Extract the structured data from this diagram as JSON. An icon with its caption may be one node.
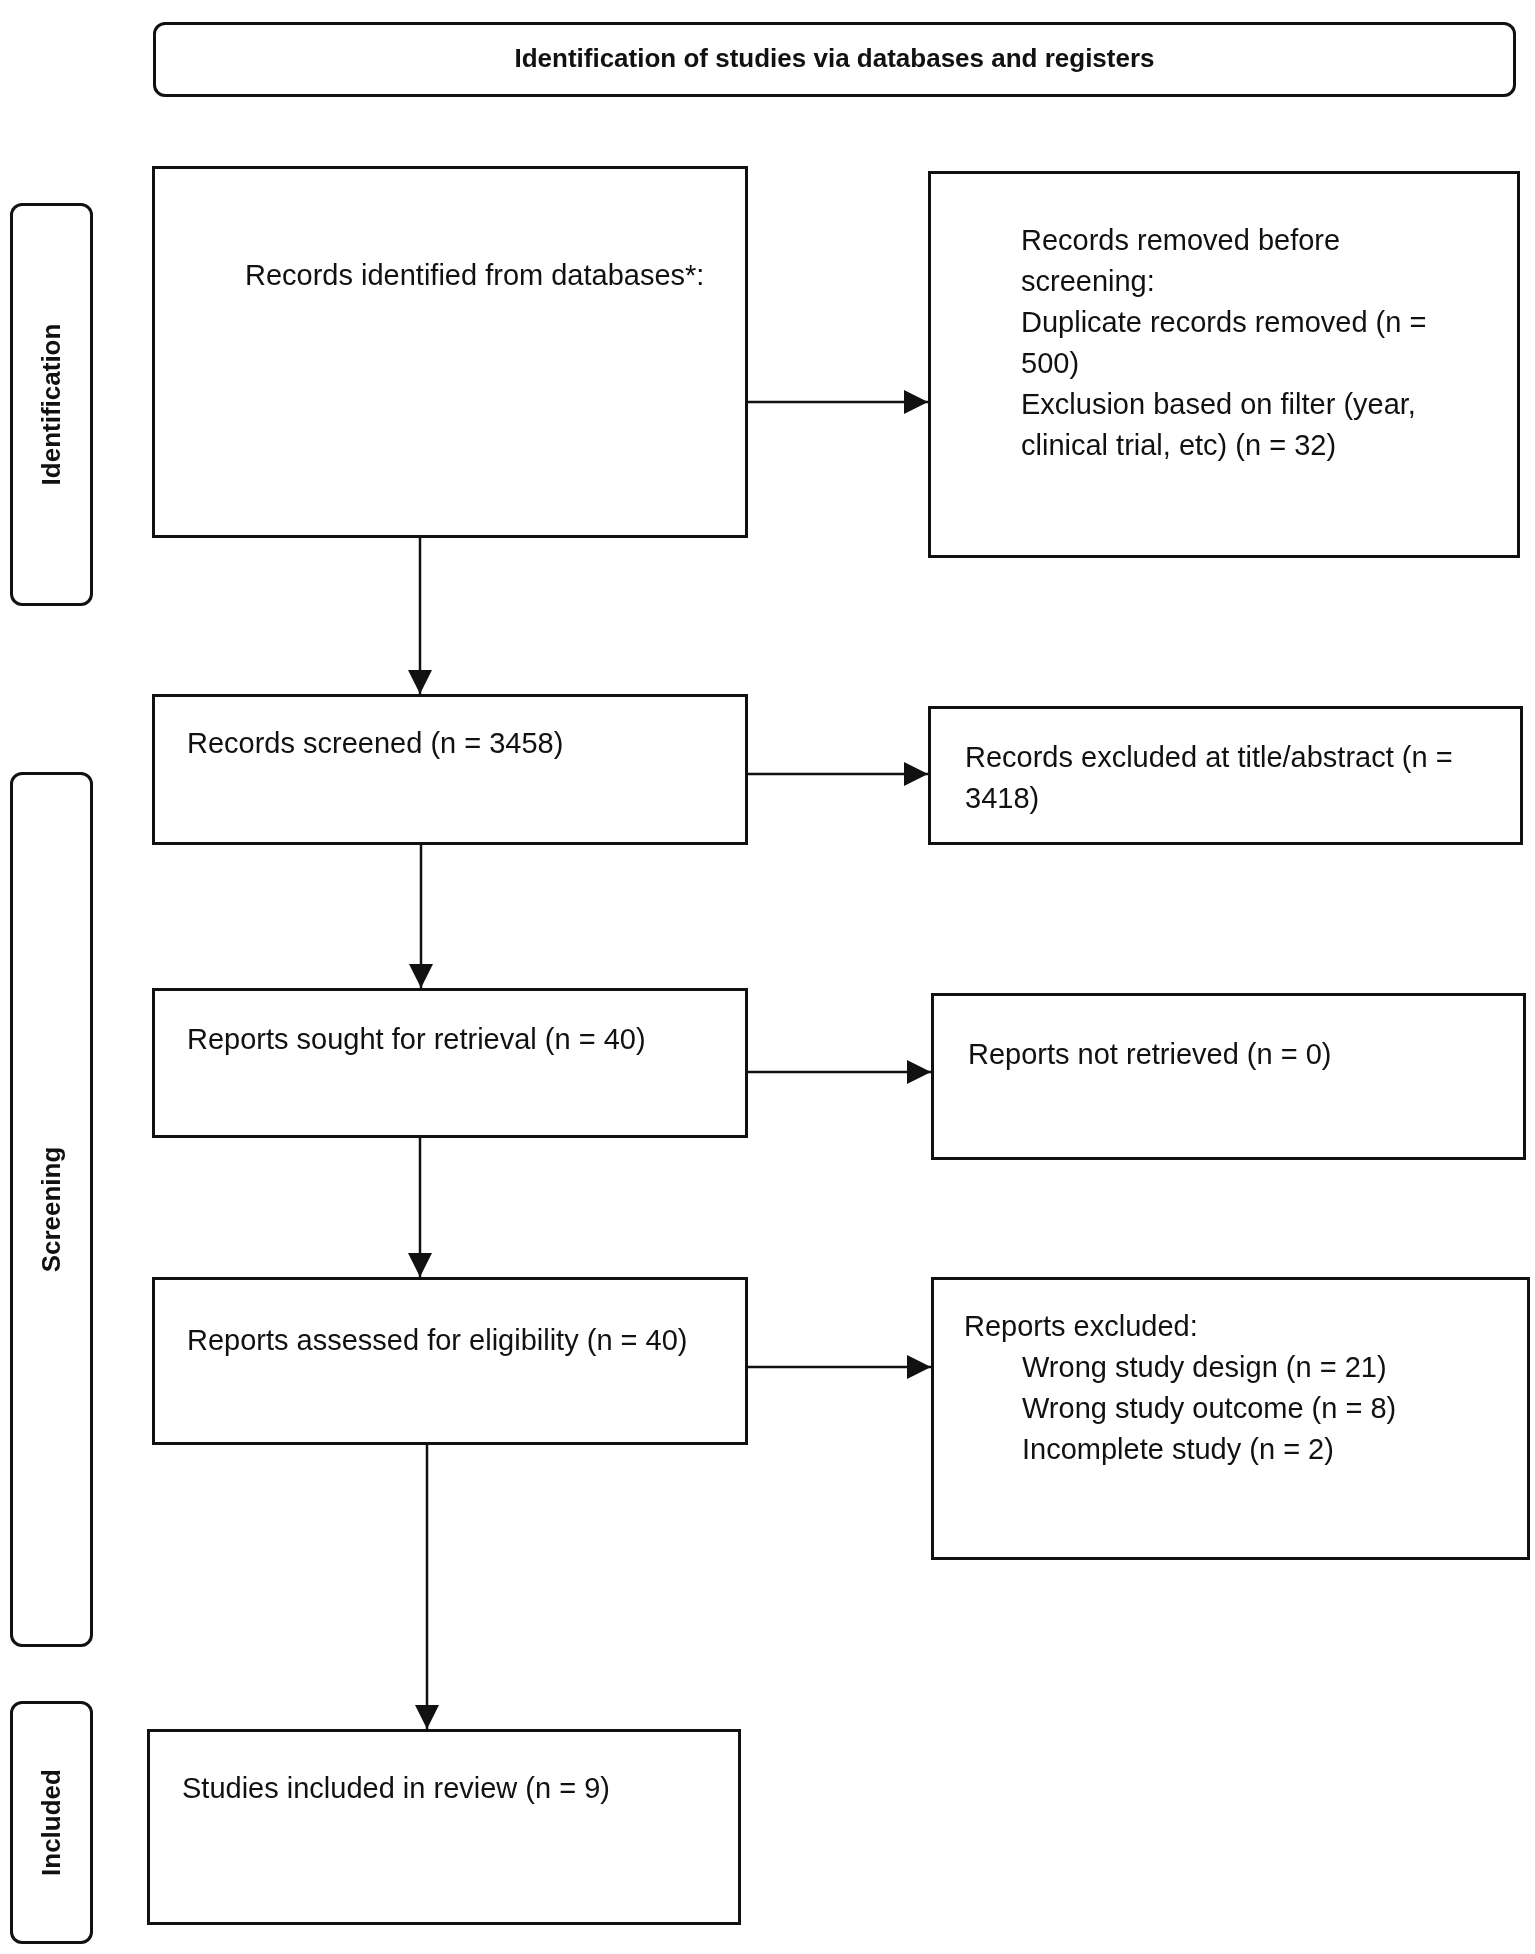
{
  "diagram": {
    "nodes": [
      {
        "text": [
          "Identification of studies via databases and registers"
        ]
      },
      {
        "text": [
          "Identification"
        ]
      },
      {
        "text": [
          "Records identified from databases*:"
        ]
      },
      {
        "text": [
          "Records removed before screening:",
          "Duplicate records removed (n = 500)",
          "Exclusion based on filter (year, clinical trial, etc) (n = 32)"
        ]
      },
      {
        "text": [
          "Screening"
        ]
      },
      {
        "text": [
          "Records screened (n = 3458)"
        ]
      },
      {
        "text": [
          "Records excluded at title/abstract (n = 3418)"
        ]
      },
      {
        "text": [
          "Reports sought for retrieval (n = 40)"
        ]
      },
      {
        "text": [
          "Reports not retrieved (n = 0)"
        ]
      },
      {
        "text": [
          "Reports assessed for eligibility (n = 40)"
        ]
      },
      {
        "text": [
          "Reports excluded:",
          "Wrong study design (n = 21)",
          "Wrong study outcome (n = 8)",
          "Incomplete study (n = 2)"
        ]
      },
      {
        "text": [
          "Included"
        ]
      },
      {
        "text": [
          "Studies included in review (n = 9)"
        ]
      }
    ],
    "edges": [
      {
        "from": 2,
        "to": 3,
        "arrow": "to"
      },
      {
        "from": 2,
        "to": 5,
        "arrow": "to"
      },
      {
        "from": 5,
        "to": 6,
        "arrow": "to"
      },
      {
        "from": 5,
        "to": 7,
        "arrow": "to"
      },
      {
        "from": 7,
        "to": 8,
        "arrow": "to"
      },
      {
        "from": 7,
        "to": 9,
        "arrow": "to"
      },
      {
        "from": 9,
        "to": 10,
        "arrow": "to"
      },
      {
        "from": 9,
        "to": 12,
        "arrow": "to"
      }
    ]
  }
}
